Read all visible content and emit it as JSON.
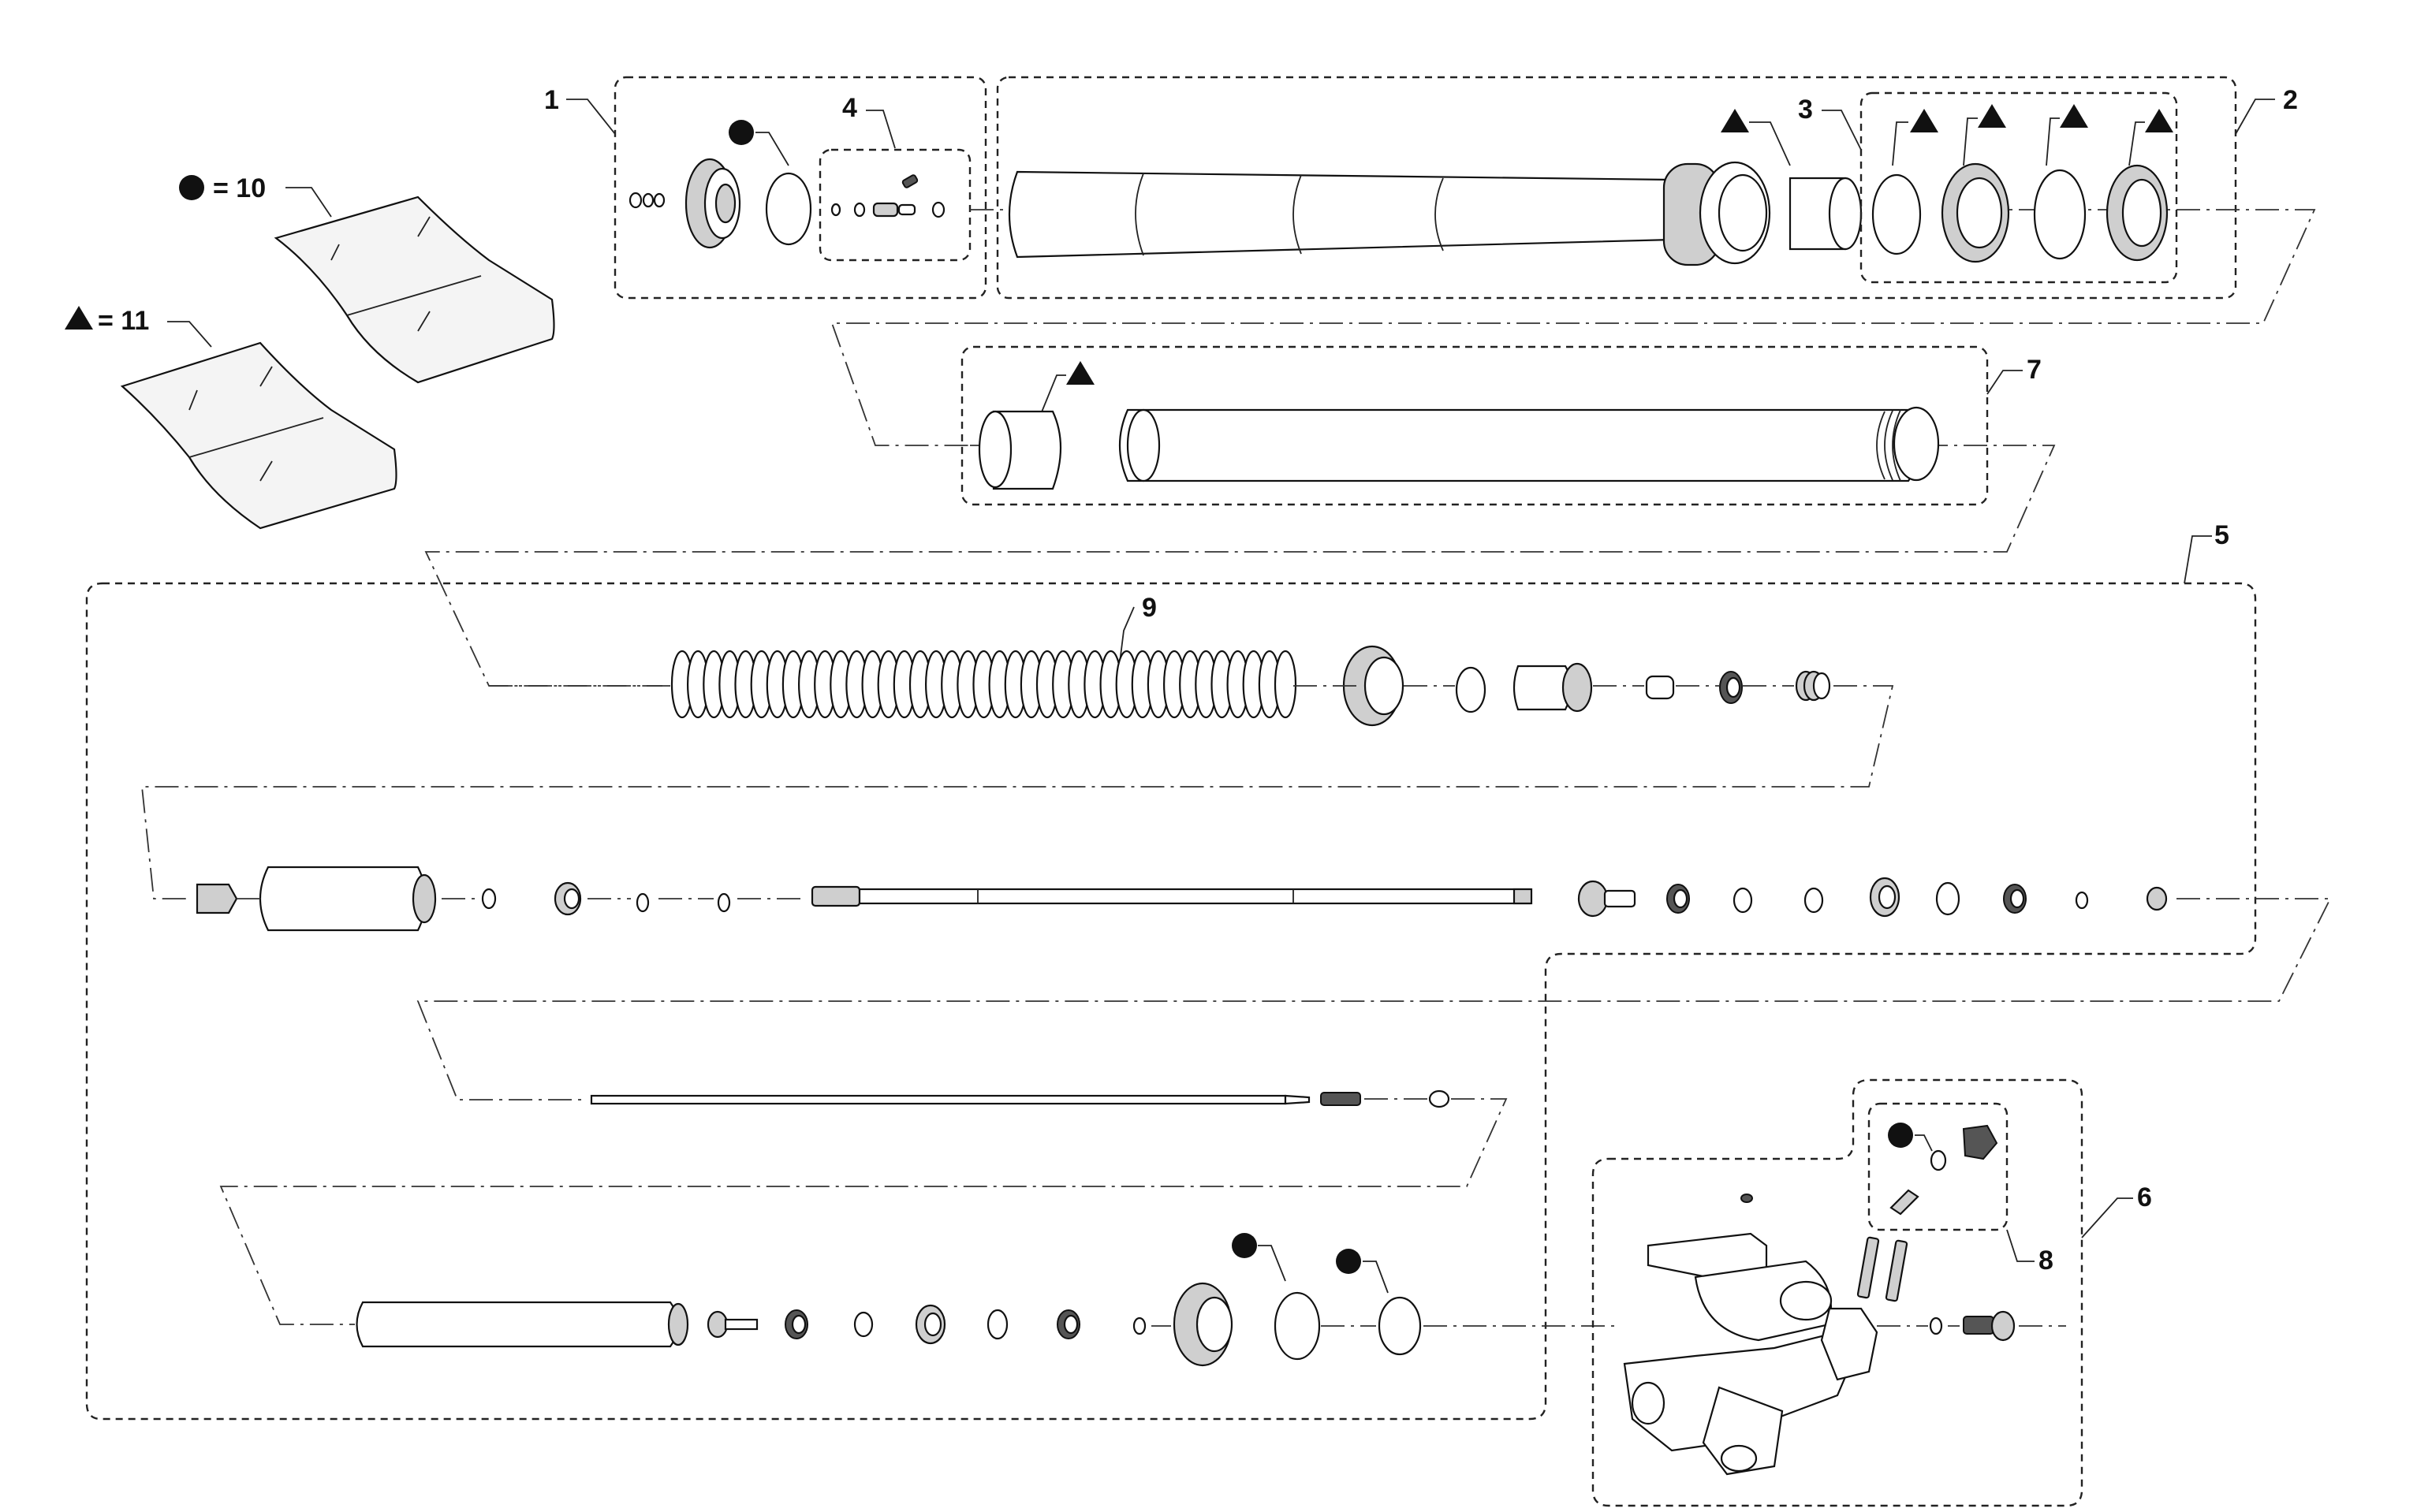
{
  "legend": {
    "circle": {
      "symbol": "●",
      "label": "= 10"
    },
    "triangle": {
      "symbol": "▲",
      "label": "= 11"
    }
  },
  "callouts": [
    "1",
    "2",
    "3",
    "4",
    "5",
    "6",
    "7",
    "8",
    "9"
  ]
}
